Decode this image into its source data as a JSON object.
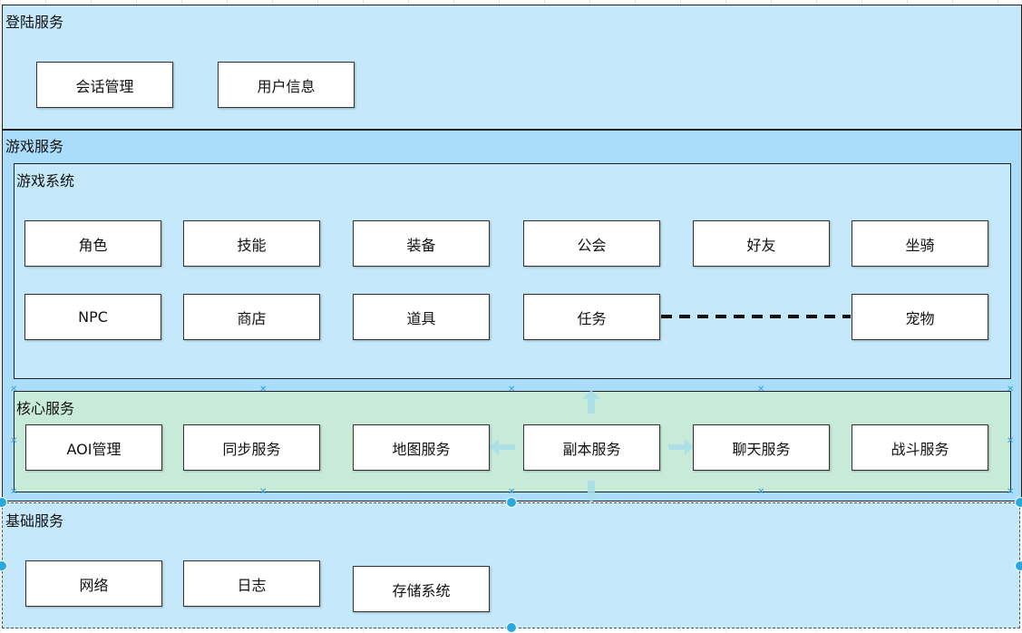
{
  "sections": {
    "login": {
      "title": "登陆服务",
      "boxes": [
        "会话管理",
        "用户信息"
      ]
    },
    "game": {
      "title": "游戏服务",
      "system": {
        "title": "游戏系统",
        "row1": [
          "角色",
          "技能",
          "装备",
          "公会",
          "好友",
          "坐骑"
        ],
        "row2": [
          "NPC",
          "商店",
          "道具",
          "任务",
          "宠物"
        ]
      },
      "core": {
        "title": "核心服务",
        "boxes": [
          "AOI管理",
          "同步服务",
          "地图服务",
          "副本服务",
          "聊天服务",
          "战斗服务"
        ]
      }
    },
    "base": {
      "title": "基础服务",
      "boxes": [
        "网络",
        "日志",
        "存储系统"
      ]
    }
  },
  "colors": {
    "service_fill": "#c5e9fb",
    "game_fill": "#a9ddfa",
    "core_fill": "#c8ebd9",
    "selection": "#29a8e0"
  }
}
